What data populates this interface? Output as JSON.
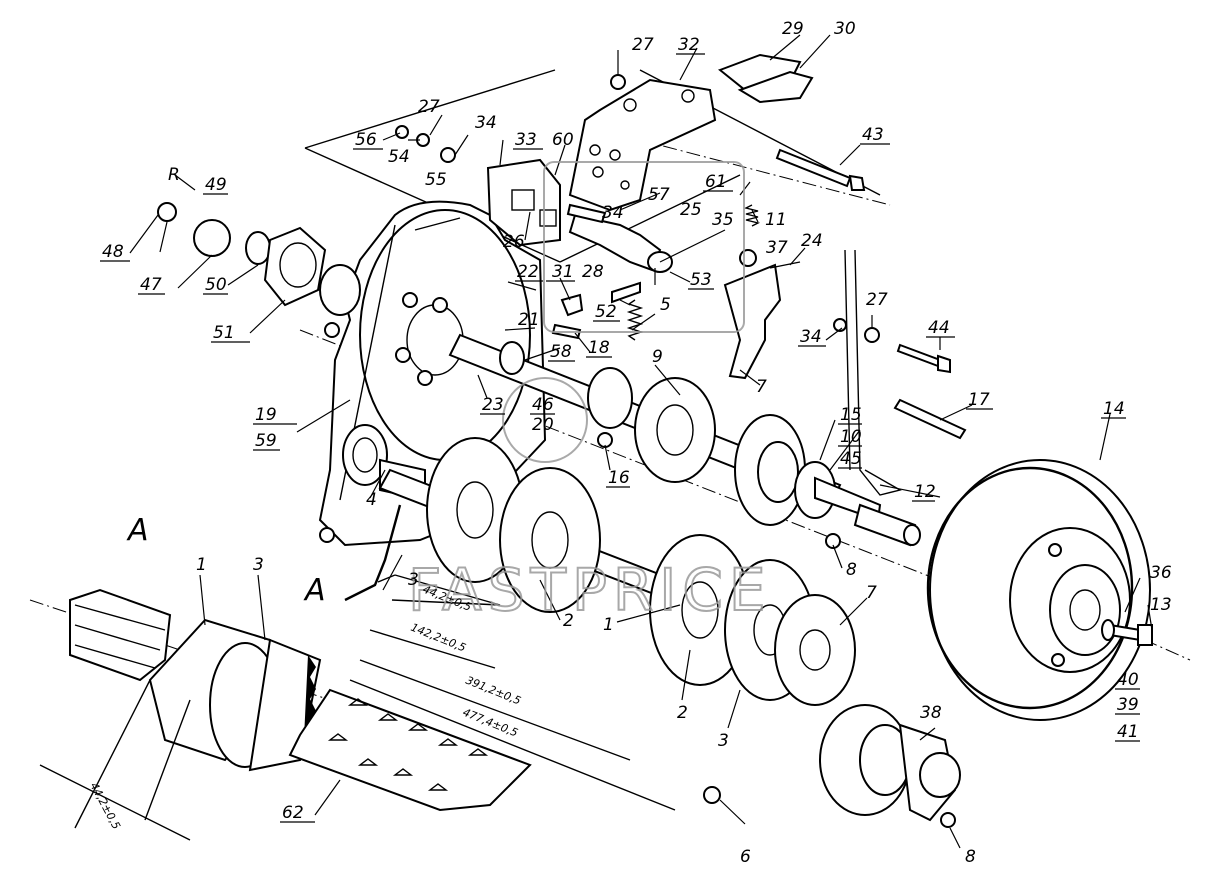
{
  "view_label": "A",
  "watermark": "FASTPRICE",
  "callouts": {
    "p1": "1",
    "p2": "2",
    "p3": "3",
    "p4": "4",
    "p5": "5",
    "p6": "6",
    "p7": "7",
    "p8": "8",
    "p9": "9",
    "p10": "10",
    "p11": "11",
    "p12": "12",
    "p13": "13",
    "p14": "14",
    "p15": "15",
    "p16": "16",
    "p17": "17",
    "p18": "18",
    "p19": "19",
    "p20": "20",
    "p21": "21",
    "p22": "22",
    "p23": "23",
    "p24": "24",
    "p25": "25",
    "p26": "26",
    "p27": "27",
    "p28": "28",
    "p29": "29",
    "p30": "30",
    "p31": "31",
    "p32": "32",
    "p33": "33",
    "p34": "34",
    "p35": "35",
    "p36": "36",
    "p37": "37",
    "p38": "38",
    "p39": "39",
    "p40": "40",
    "p41": "41",
    "p43": "43",
    "p44": "44",
    "p45": "45",
    "p46": "46",
    "p47": "47",
    "p48": "48",
    "p49": "49",
    "p50": "50",
    "p51": "51",
    "p52": "52",
    "p53": "53",
    "p54": "54",
    "p55": "55",
    "p56": "56",
    "p57": "57",
    "p58": "58",
    "p59": "59",
    "p60": "60",
    "p61": "61",
    "p62": "62",
    "p49_symbol": "R"
  },
  "dimensions": {
    "d1": "44,2±0,5",
    "d2": "142,2±0,5",
    "d3": "391,2±0,5",
    "d4": "477,4±0,5",
    "d5": "44,2±0,5"
  }
}
